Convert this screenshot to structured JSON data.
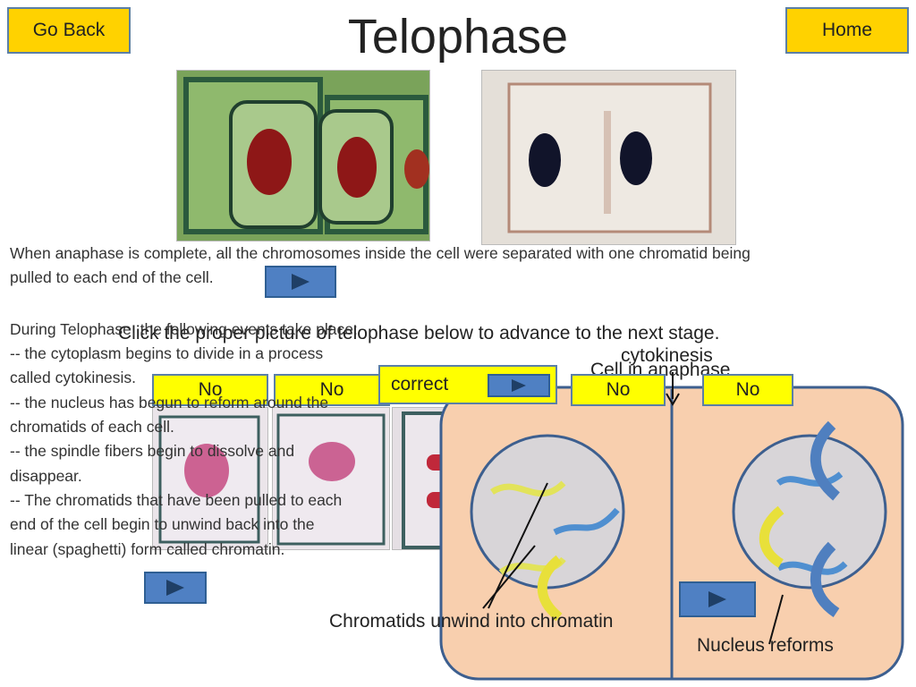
{
  "nav": {
    "go_back": "Go Back",
    "home": "Home"
  },
  "page": {
    "title": "Telophase"
  },
  "intro": {
    "line1": "When anaphase is complete, all the chromosomes inside the cell were separated with one chromatid being",
    "line2": "pulled to each end of the cell."
  },
  "body_text": [
    "During Telophase, the following events take place:",
    "-- the cytoplasm begins to divide in a process",
    "called cytokinesis.",
    "-- the nucleus has begun to reform around the",
    "chromatids of each cell.",
    "-- the spindle fibers begin to dissolve and",
    "disappear.",
    "-- The chromatids that have been pulled to each",
    "end of the cell begin to unwind back into the",
    "linear (spaghetti) form called chromatin."
  ],
  "instruction": "Click the proper picture of telophase below to advance to the next stage.",
  "labels": {
    "cytokinesis": "cytokinesis",
    "anaphase": "Cell in anaphase",
    "chromatids": "Chromatids unwind into chromatin",
    "nucleus": "Nucleus reforms"
  },
  "callouts": [
    "No",
    "No",
    "correct",
    "No",
    "No"
  ],
  "colors": {
    "nav_bg": "#ffd200",
    "callout_bg": "#ffff00",
    "play_bg": "#4f80c3",
    "diagram_bg": "#f8cfae"
  },
  "icons": {
    "play": "play-icon",
    "arrow": "arrow-icon"
  }
}
